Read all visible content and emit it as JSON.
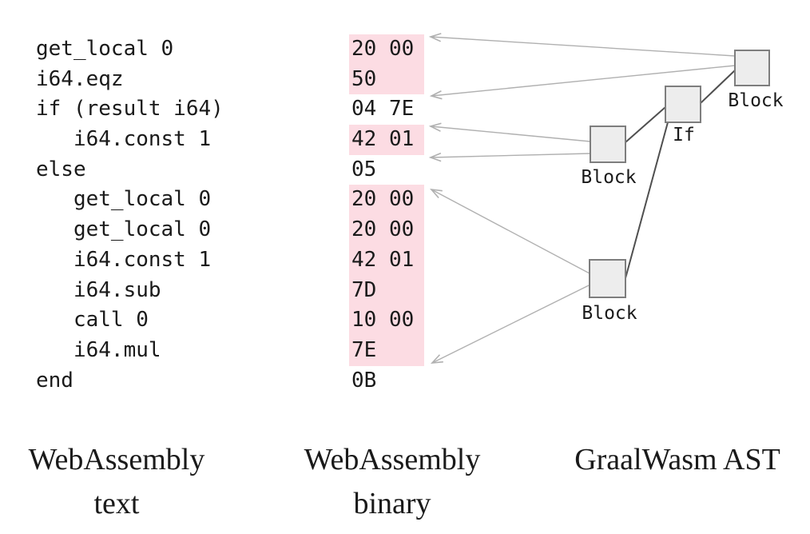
{
  "figure": "WebAssembly text / binary / GraalWasm AST mapping diagram",
  "wasm_text": {
    "lines": [
      "get_local 0",
      "i64.eqz",
      "if (result i64)",
      "   i64.const 1",
      "else",
      "   get_local 0",
      "   get_local 0",
      "   i64.const 1",
      "   i64.sub",
      "   call 0",
      "   i64.mul",
      "end"
    ],
    "caption_line1": "WebAssembly",
    "caption_line2": "text"
  },
  "wasm_binary": {
    "rows": [
      {
        "hex": "20 00",
        "highlighted": true
      },
      {
        "hex": "50",
        "highlighted": true
      },
      {
        "hex": "04 7E",
        "highlighted": false
      },
      {
        "hex": "42 01",
        "highlighted": true
      },
      {
        "hex": "05",
        "highlighted": false
      },
      {
        "hex": "20 00",
        "highlighted": true
      },
      {
        "hex": "20 00",
        "highlighted": true
      },
      {
        "hex": "42 01",
        "highlighted": true
      },
      {
        "hex": "7D",
        "highlighted": true
      },
      {
        "hex": "10 00",
        "highlighted": true
      },
      {
        "hex": "7E",
        "highlighted": true
      },
      {
        "hex": "0B",
        "highlighted": false
      }
    ],
    "caption_line1": "WebAssembly",
    "caption_line2": "binary"
  },
  "ast": {
    "caption": "GraalWasm AST",
    "nodes": [
      {
        "id": "block-root",
        "label": "Block"
      },
      {
        "id": "if",
        "label": "If"
      },
      {
        "id": "block-then",
        "label": "Block"
      },
      {
        "id": "block-else",
        "label": "Block"
      }
    ]
  },
  "colors": {
    "highlight_pink": "#fcdce3",
    "node_fill": "#ededed",
    "node_border": "#7e7e7e",
    "arrow_gray": "#b0b0b0",
    "edge_dark": "#4f4f4f",
    "text": "#1a1a1a"
  }
}
